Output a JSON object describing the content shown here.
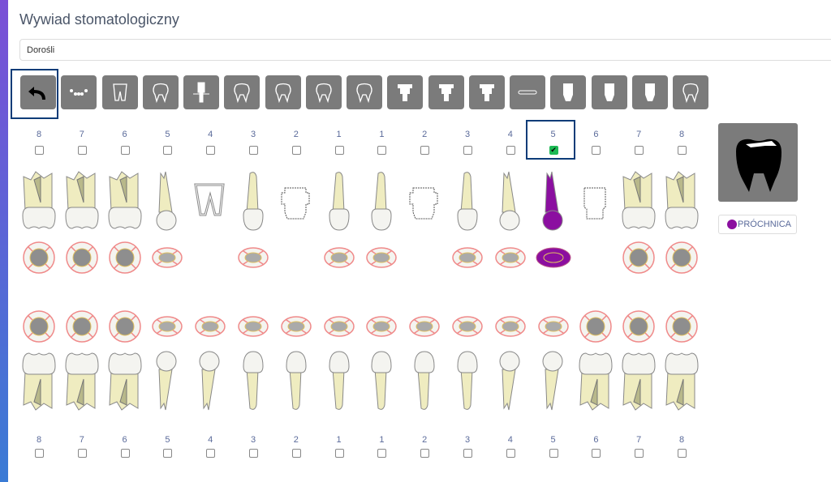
{
  "title": "Wywiad stomatologiczny",
  "select_value": "Dorośli",
  "toolbar": [
    "undo-icon",
    "bridge-dots-icon",
    "crown-outline-icon",
    "brace-tooth-icon",
    "implant-icon",
    "crown-tooth-icon",
    "tooth-wire-left-icon",
    "tooth-wire-icon",
    "tooth-wire-right-icon",
    "post-core-icon",
    "post-core-wide-icon",
    "post-core-narrow-icon",
    "braces-icon",
    "crown-post-icon",
    "crown-wide-icon",
    "crown-narrow-icon",
    "root-canal-icon"
  ],
  "upper_numbers": [
    "8",
    "7",
    "6",
    "5",
    "4",
    "3",
    "2",
    "1",
    "1",
    "2",
    "3",
    "4",
    "5",
    "6",
    "7",
    "8"
  ],
  "lower_numbers": [
    "8",
    "7",
    "6",
    "5",
    "4",
    "3",
    "2",
    "1",
    "1",
    "2",
    "3",
    "4",
    "5",
    "6",
    "7",
    "8"
  ],
  "upper_checked": [
    12
  ],
  "upper_state": [
    "normal",
    "normal",
    "normal",
    "normal",
    "bridge",
    "normal",
    "crown",
    "normal",
    "normal",
    "crown",
    "normal",
    "normal",
    "caries",
    "crown-simple",
    "normal",
    "normal"
  ],
  "legend_label": "PRÓCHNICA",
  "colors": {
    "caries": "#8b0fa0",
    "root": "#efecc0",
    "crown": "#f4f4f0",
    "selected": "#0d3c78"
  }
}
